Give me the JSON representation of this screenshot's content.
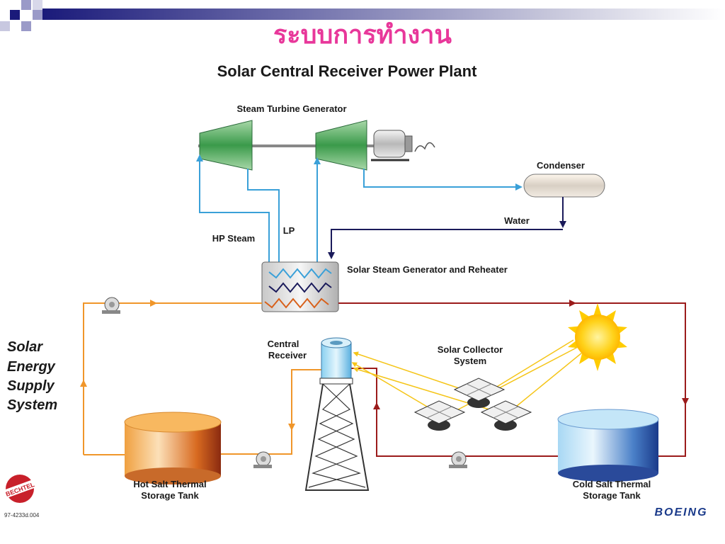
{
  "slide": {
    "title": "ระบบการทำงาน"
  },
  "diagram": {
    "title": "Solar Central Receiver Power Plant",
    "labels": {
      "steam_turbine_generator": "Steam Turbine Generator",
      "condenser": "Condenser",
      "water": "Water",
      "hp_steam": "HP Steam",
      "lp": "LP",
      "solar_steam_generator": "Solar Steam Generator and Reheater",
      "solar_energy_supply_system": [
        "Solar",
        "Energy",
        "Supply",
        "System"
      ],
      "central_receiver": [
        "Central",
        "Receiver"
      ],
      "solar_collector_system": [
        "Solar Collector",
        "System"
      ],
      "hot_salt_tank": [
        "Hot Salt Thermal",
        "Storage Tank"
      ],
      "cold_salt_tank": [
        "Cold Salt Thermal",
        "Storage Tank"
      ],
      "doc_number": "97-4233d.004"
    },
    "logos": {
      "bechtel": "BECHTEL",
      "boeing": "BOEING"
    }
  }
}
